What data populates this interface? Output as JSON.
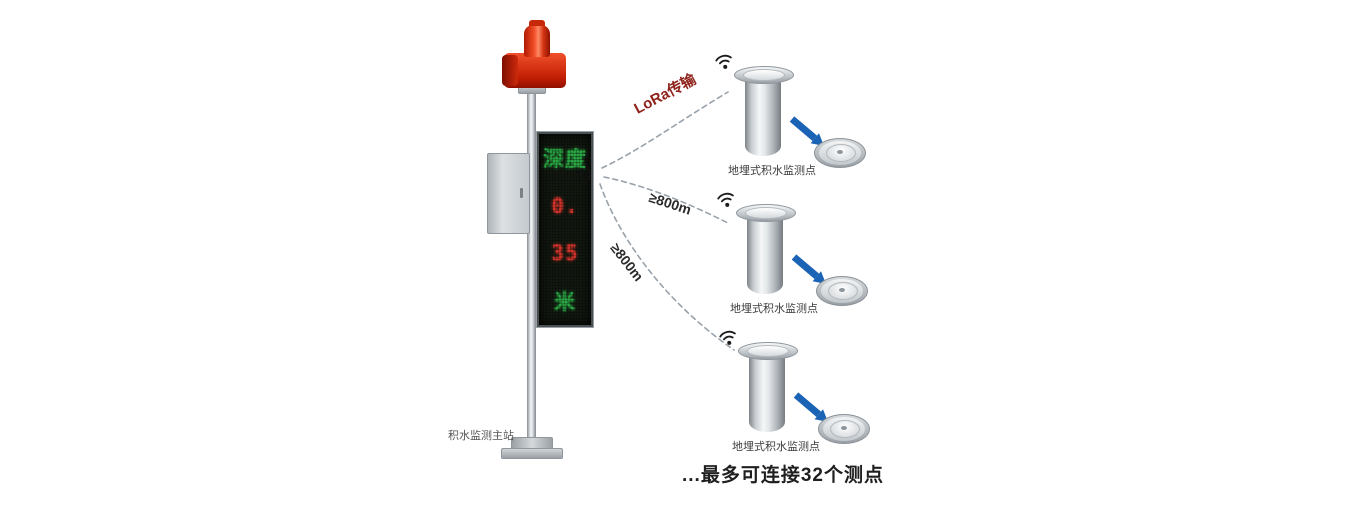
{
  "main_station": {
    "label": "积水监测主站",
    "display_rows": [
      {
        "text": "深度",
        "color": "#2eb84b"
      },
      {
        "text": "0.",
        "color": "#e63a30"
      },
      {
        "text": "35",
        "color": "#e63a30"
      },
      {
        "text": "米",
        "color": "#2eb84b"
      }
    ]
  },
  "links": [
    {
      "label": "LoRa传输",
      "color": "#8e241c"
    },
    {
      "label": "≥800m",
      "color": "#2b2b2b"
    },
    {
      "label": "≥800m",
      "color": "#2b2b2b"
    }
  ],
  "sensors": [
    {
      "label": "地埋式积水监测点"
    },
    {
      "label": "地埋式积水监测点"
    },
    {
      "label": "地埋式积水监测点"
    }
  ],
  "footer": {
    "note": "...最多可连接32个测点"
  },
  "colors": {
    "beacon_red": "#d92b10",
    "arrow_blue": "#1a63b5",
    "dash_gray": "#99a2aa",
    "led_green": "#2eb84b",
    "led_red": "#e63a30"
  },
  "icons": {
    "wifi": "wifi-signal-icon",
    "emitter": "radio-emit-icon",
    "arrow": "blue-arrow-icon"
  }
}
